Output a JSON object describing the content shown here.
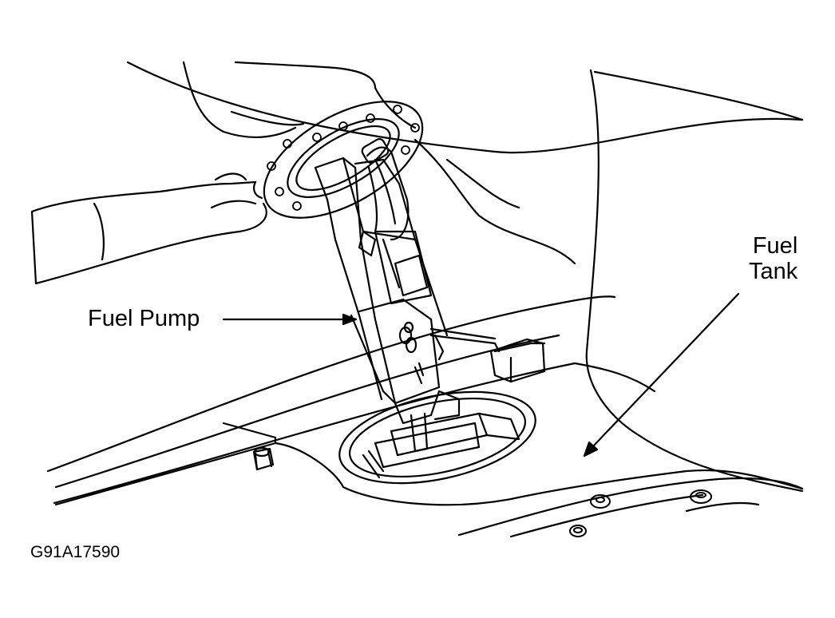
{
  "labels": {
    "fuel_pump": "Fuel Pump",
    "fuel_tank_line1": "Fuel",
    "fuel_tank_line2": "Tank",
    "figure_code": "G91A17590"
  },
  "colors": {
    "ink": "#000000",
    "paper": "#ffffff"
  }
}
